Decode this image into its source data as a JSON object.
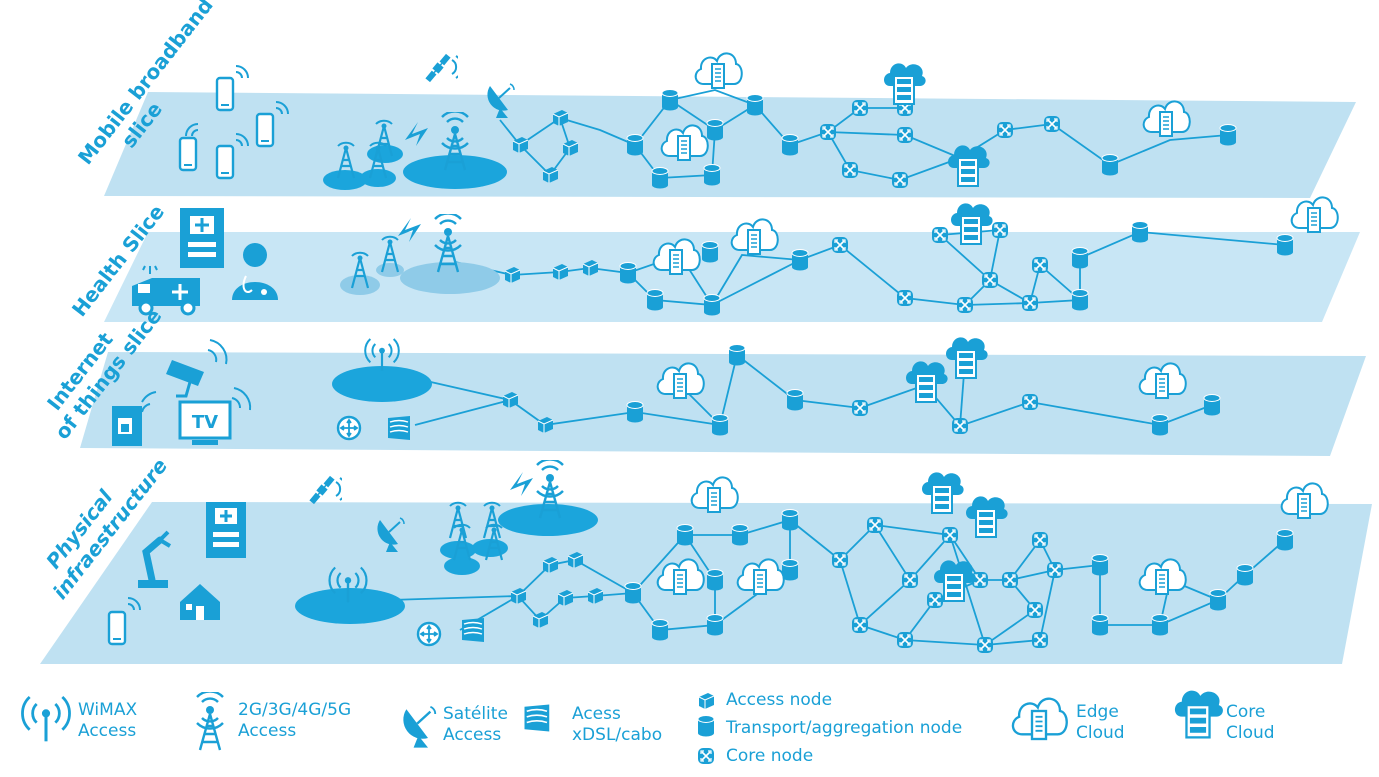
{
  "colors": {
    "plane": "#bfe1f2",
    "plane_light": "#c8e6f5",
    "accent": "#1aa0d6",
    "node_fill": "#1aa0d6",
    "ellipse": "#1ba5dc",
    "white": "#ffffff"
  },
  "slices": {
    "mobile": [
      "Mobile broadband",
      "slice"
    ],
    "health": [
      "Health Slice"
    ],
    "iot": [
      "Internet",
      "of things slice"
    ],
    "physical": [
      "Physical",
      "infraestructure"
    ]
  },
  "tv_label": "TV",
  "legend": {
    "wimax": [
      "WiMAX",
      "Access"
    ],
    "cellular": [
      "2G/3G/4G/5G",
      "Access"
    ],
    "satellite": [
      "Satélite",
      "Access"
    ],
    "xdsl": [
      "Acess",
      "xDSL/cabo"
    ],
    "access_node": "Access node",
    "transport_node": "Transport/aggregation node",
    "core_node": "Core node",
    "edge_cloud": [
      "Edge",
      "Cloud"
    ],
    "core_cloud": [
      "Core",
      "Cloud"
    ]
  }
}
